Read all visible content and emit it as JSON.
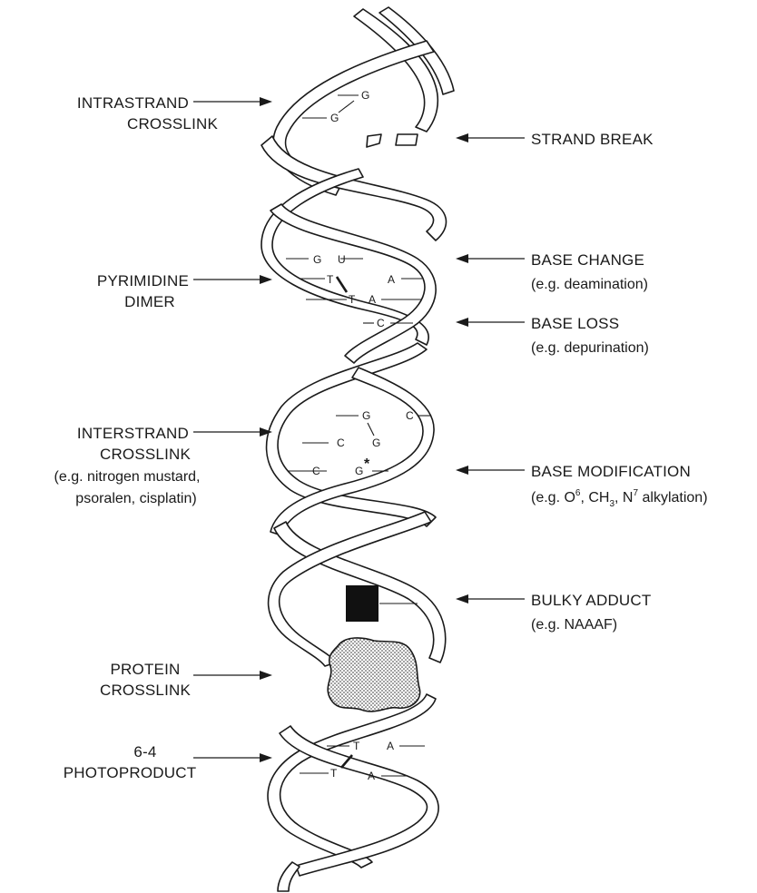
{
  "labels": {
    "intrastrand": [
      "INTRASTRAND",
      "CROSSLINK"
    ],
    "strand_break": "STRAND BREAK",
    "pyrimidine": [
      "PYRIMIDINE",
      "DIMER"
    ],
    "base_change": "BASE CHANGE",
    "base_change_sub": "(e.g. deamination)",
    "base_loss": "BASE LOSS",
    "base_loss_sub": "(e.g. depurination)",
    "interstrand": [
      "INTERSTRAND",
      "CROSSLINK"
    ],
    "interstrand_sub": [
      "(e.g. nitrogen mustard,",
      "psoralen, cisplatin)"
    ],
    "base_mod": "BASE MODIFICATION",
    "base_mod_sub": {
      "a": "(e.g. O",
      "a_sup": "6",
      "b": ", CH",
      "b_sub": "3",
      "c": ", N",
      "c_sup": "7",
      "d": " alkylation)"
    },
    "bulky": "BULKY ADDUCT",
    "bulky_sub": "(e.g. NAAAF)",
    "protein": [
      "PROTEIN",
      "CROSSLINK"
    ],
    "photoproduct": [
      "6-4",
      "PHOTOPRODUCT"
    ]
  },
  "bases": {
    "intra_g1": "G",
    "intra_g2": "G",
    "pc_g": "G",
    "pc_u": "U",
    "pd_t1": "T",
    "pd_a1": "A",
    "pd_t2": "T",
    "pd_a2": "A",
    "bl_c": "C",
    "ic_g1": "G",
    "ic_c1": "C",
    "ic_c2": "C",
    "ic_g2": "G",
    "bm_c": "C",
    "bm_g": "G",
    "bm_star": "*",
    "pp_t1": "T",
    "pp_a1": "A",
    "pp_t2": "T",
    "pp_a2": "A"
  }
}
